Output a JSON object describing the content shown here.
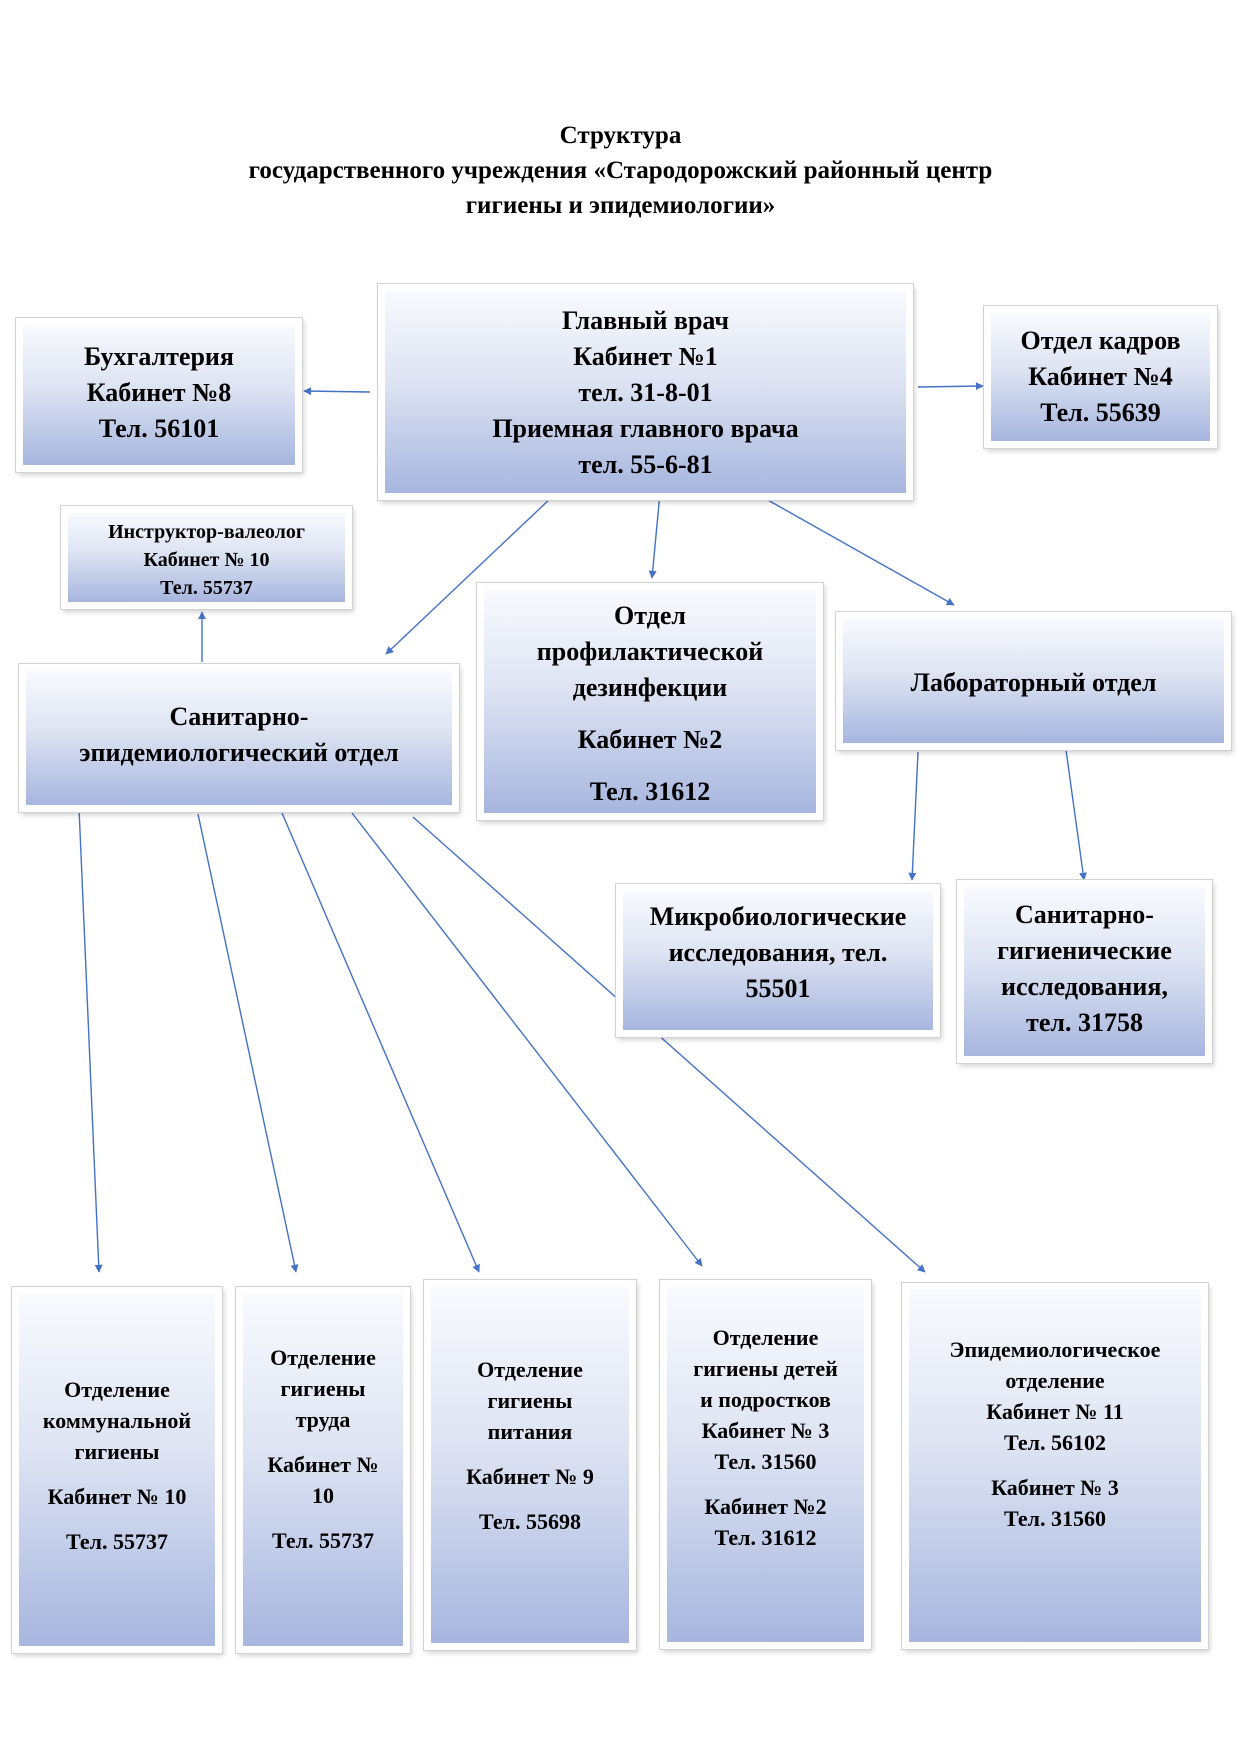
{
  "title": {
    "line1": "Структура",
    "line2": "государственного учреждения «Стародорожский районный центр",
    "line3": "гигиены и эпидемиологии»"
  },
  "nodes": {
    "chief": [
      "Главный врач",
      "Кабинет №1",
      "тел. 31-8-01",
      "Приемная главного врача",
      "тел. 55-6-81"
    ],
    "accounting": [
      "Бухгалтерия",
      "Кабинет №8",
      "Тел. 56101"
    ],
    "hr": [
      "Отдел кадров",
      "Кабинет №4",
      "Тел. 55639"
    ],
    "instructor": [
      "Инструктор-валеолог",
      "Кабинет № 10",
      "Тел. 55737"
    ],
    "sanepid": [
      "Санитарно-",
      "эпидемиологический отдел"
    ],
    "disinfection": [
      "Отдел",
      "профилактической",
      "дезинфекции",
      "Кабинет №2",
      "Тел. 31612"
    ],
    "lab": [
      "Лабораторный отдел"
    ],
    "microbio": [
      "Микробиологические",
      "исследования, тел.",
      "55501"
    ],
    "sanhyg": [
      "Санитарно-",
      "гигиенические",
      "исследования,",
      "тел. 31758"
    ],
    "communal": [
      "Отделение",
      "коммунальной",
      "гигиены",
      "Кабинет № 10",
      "Тел. 55737"
    ],
    "labor": [
      "Отделение",
      "гигиены",
      "труда",
      "Кабинет №",
      "10",
      "Тел. 55737"
    ],
    "nutrition": [
      "Отделение",
      "гигиены",
      "питания",
      "Кабинет № 9",
      "Тел. 55698"
    ],
    "children": [
      "Отделение",
      "гигиены детей",
      "и подростков",
      "Кабинет № 3",
      "Тел. 31560",
      "Кабинет №2",
      "Тел. 31612"
    ],
    "epid": [
      "Эпидемиологическое",
      "отделение",
      "Кабинет № 11",
      "Тел. 56102",
      "Кабинет № 3",
      "Тел. 31560"
    ]
  },
  "colors": {
    "arrow": "#4472c4",
    "box_top": "#f9fafe",
    "box_bottom": "#a7b6df"
  }
}
